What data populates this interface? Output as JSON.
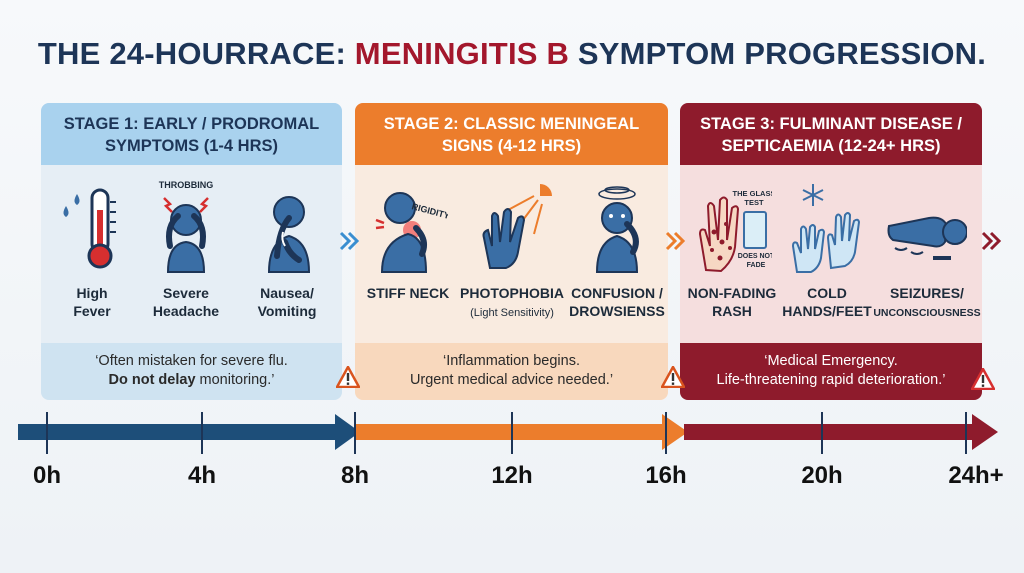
{
  "title": {
    "part1": "THE 24-HOURRACE: ",
    "part2": "MENINGITIS B",
    "part3": " SYMPTOM PROGRESSION."
  },
  "stages": [
    {
      "heading": "STAGE 1: EARLY / PRODROMAL\nSYMPTOMS (1-4 HRS)",
      "note_pre": "‘Often mistaken for severe flu.",
      "note_bold": "Do not delay",
      "note_post": " monitoring.’",
      "color": "#a9d2ee",
      "symptoms": [
        {
          "label": "High\nFever",
          "icon": "thermometer-icon"
        },
        {
          "label": "Severe\nHeadache",
          "icon": "headache-icon",
          "callout": "THROBBING"
        },
        {
          "label": "Nausea/\nVomiting",
          "icon": "nausea-icon"
        }
      ]
    },
    {
      "heading": "STAGE 2: CLASSIC MENINGEAL\nSIGNS (4-12 HRS)",
      "note": "‘Inflammation begins.\nUrgent medical advice needed.’",
      "color": "#ec7d2c",
      "symptoms": [
        {
          "label": "STIFF NECK",
          "icon": "stiff-neck-icon",
          "callout": "RIGIDITY"
        },
        {
          "label": "PHOTOPHOBIA",
          "sub": "(Light Sensitivity)",
          "icon": "photophobia-icon"
        },
        {
          "label": "CONFUSION /\nDROWSIENSS",
          "icon": "confusion-icon"
        }
      ]
    },
    {
      "heading": "STAGE 3: FULMINANT DISEASE /\nSEPTICAEMIA (12-24+ HRS)",
      "note": "‘Medical Emergency.\nLife-threatening rapid deterioration.’",
      "color": "#8e1b2c",
      "symptoms": [
        {
          "label": "NON-FADING\nRASH",
          "icon": "glass-test-icon",
          "callout": "THE GLASS\nTEST",
          "callout2": "DOES NOT\nFADE"
        },
        {
          "label": "COLD\nHANDS/FEET",
          "icon": "cold-hands-icon"
        },
        {
          "label": "SEIZURES/",
          "label2": "UNCONSCIOUSNESS",
          "icon": "seizure-icon"
        }
      ]
    }
  ],
  "timeline": {
    "ticks": [
      "0h",
      "4h",
      "8h",
      "12h",
      "16h",
      "20h",
      "24h+"
    ],
    "colors": [
      "#1d4e79",
      "#ec7d2c",
      "#8e1b2c"
    ]
  }
}
